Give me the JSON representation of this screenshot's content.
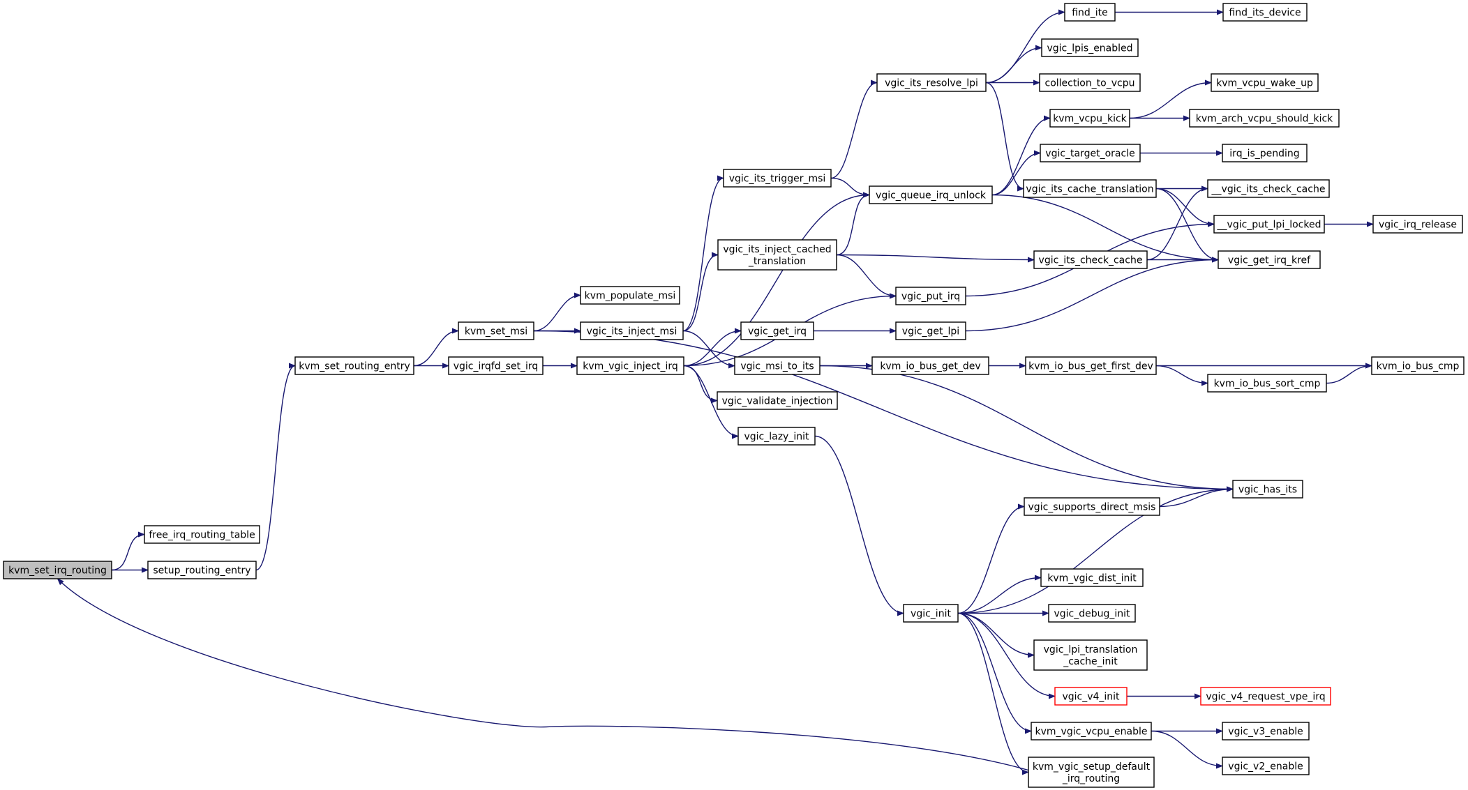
{
  "graph": {
    "edge_color": "#191970",
    "root_fill": "#bfbfbf",
    "external_border": "#ff0000",
    "nodes": [
      {
        "id": "kvm_set_irq_routing",
        "lines": [
          "kvm_set_irq_routing"
        ],
        "style": "root"
      },
      {
        "id": "free_irq_routing_table",
        "lines": [
          "free_irq_routing_table"
        ]
      },
      {
        "id": "setup_routing_entry",
        "lines": [
          "setup_routing_entry"
        ]
      },
      {
        "id": "kvm_set_routing_entry",
        "lines": [
          "kvm_set_routing_entry"
        ]
      },
      {
        "id": "kvm_set_msi",
        "lines": [
          "kvm_set_msi"
        ]
      },
      {
        "id": "vgic_irqfd_set_irq",
        "lines": [
          "vgic_irqfd_set_irq"
        ]
      },
      {
        "id": "kvm_populate_msi",
        "lines": [
          "kvm_populate_msi"
        ]
      },
      {
        "id": "vgic_its_inject_msi",
        "lines": [
          "vgic_its_inject_msi"
        ]
      },
      {
        "id": "kvm_vgic_inject_irq",
        "lines": [
          "kvm_vgic_inject_irq"
        ]
      },
      {
        "id": "vgic_its_trigger_msi",
        "lines": [
          "vgic_its_trigger_msi"
        ]
      },
      {
        "id": "vgic_its_inject_cached_translation",
        "lines": [
          "vgic_its_inject_cached",
          "_translation"
        ]
      },
      {
        "id": "vgic_get_irq",
        "lines": [
          "vgic_get_irq"
        ]
      },
      {
        "id": "vgic_msi_to_its",
        "lines": [
          "vgic_msi_to_its"
        ]
      },
      {
        "id": "vgic_validate_injection",
        "lines": [
          "vgic_validate_injection"
        ]
      },
      {
        "id": "vgic_lazy_init",
        "lines": [
          "vgic_lazy_init"
        ]
      },
      {
        "id": "vgic_its_resolve_lpi",
        "lines": [
          "vgic_its_resolve_lpi"
        ]
      },
      {
        "id": "vgic_queue_irq_unlock",
        "lines": [
          "vgic_queue_irq_unlock"
        ]
      },
      {
        "id": "vgic_put_irq",
        "lines": [
          "vgic_put_irq"
        ]
      },
      {
        "id": "vgic_get_lpi",
        "lines": [
          "vgic_get_lpi"
        ]
      },
      {
        "id": "kvm_io_bus_get_dev",
        "lines": [
          "kvm_io_bus_get_dev"
        ]
      },
      {
        "id": "vgic_init",
        "lines": [
          "vgic_init"
        ]
      },
      {
        "id": "find_ite",
        "lines": [
          "find_ite"
        ]
      },
      {
        "id": "vgic_lpis_enabled",
        "lines": [
          "vgic_lpis_enabled"
        ]
      },
      {
        "id": "collection_to_vcpu",
        "lines": [
          "collection_to_vcpu"
        ]
      },
      {
        "id": "kvm_vcpu_kick",
        "lines": [
          "kvm_vcpu_kick"
        ]
      },
      {
        "id": "vgic_target_oracle",
        "lines": [
          "vgic_target_oracle"
        ]
      },
      {
        "id": "vgic_its_cache_translation",
        "lines": [
          "vgic_its_cache_translation"
        ]
      },
      {
        "id": "vgic_its_check_cache",
        "lines": [
          "vgic_its_check_cache"
        ]
      },
      {
        "id": "kvm_io_bus_get_first_dev",
        "lines": [
          "kvm_io_bus_get_first_dev"
        ]
      },
      {
        "id": "vgic_supports_direct_msis",
        "lines": [
          "vgic_supports_direct_msis"
        ]
      },
      {
        "id": "kvm_vgic_dist_init",
        "lines": [
          "kvm_vgic_dist_init"
        ]
      },
      {
        "id": "vgic_debug_init",
        "lines": [
          "vgic_debug_init"
        ]
      },
      {
        "id": "vgic_lpi_translation_cache_init",
        "lines": [
          "vgic_lpi_translation",
          "_cache_init"
        ]
      },
      {
        "id": "vgic_v4_init",
        "lines": [
          "vgic_v4_init"
        ],
        "style": "ext"
      },
      {
        "id": "kvm_vgic_vcpu_enable",
        "lines": [
          "kvm_vgic_vcpu_enable"
        ]
      },
      {
        "id": "kvm_vgic_setup_default_irq_routing",
        "lines": [
          "kvm_vgic_setup_default",
          "_irq_routing"
        ]
      },
      {
        "id": "find_its_device",
        "lines": [
          "find_its_device"
        ]
      },
      {
        "id": "kvm_vcpu_wake_up",
        "lines": [
          "kvm_vcpu_wake_up"
        ]
      },
      {
        "id": "kvm_arch_vcpu_should_kick",
        "lines": [
          "kvm_arch_vcpu_should_kick"
        ]
      },
      {
        "id": "irq_is_pending",
        "lines": [
          "irq_is_pending"
        ]
      },
      {
        "id": "__vgic_its_check_cache",
        "lines": [
          "__vgic_its_check_cache"
        ]
      },
      {
        "id": "__vgic_put_lpi_locked",
        "lines": [
          "__vgic_put_lpi_locked"
        ]
      },
      {
        "id": "vgic_get_irq_kref",
        "lines": [
          "vgic_get_irq_kref"
        ]
      },
      {
        "id": "kvm_io_bus_sort_cmp",
        "lines": [
          "kvm_io_bus_sort_cmp"
        ]
      },
      {
        "id": "vgic_has_its",
        "lines": [
          "vgic_has_its"
        ]
      },
      {
        "id": "vgic_v4_request_vpe_irq",
        "lines": [
          "vgic_v4_request_vpe_irq"
        ],
        "style": "ext"
      },
      {
        "id": "vgic_v3_enable",
        "lines": [
          "vgic_v3_enable"
        ]
      },
      {
        "id": "vgic_v2_enable",
        "lines": [
          "vgic_v2_enable"
        ]
      },
      {
        "id": "vgic_irq_release",
        "lines": [
          "vgic_irq_release"
        ]
      },
      {
        "id": "kvm_io_bus_cmp",
        "lines": [
          "kvm_io_bus_cmp"
        ]
      }
    ],
    "edges": [
      [
        "kvm_set_irq_routing",
        "free_irq_routing_table"
      ],
      [
        "kvm_set_irq_routing",
        "setup_routing_entry"
      ],
      [
        "setup_routing_entry",
        "kvm_set_routing_entry"
      ],
      [
        "kvm_set_routing_entry",
        "kvm_set_msi"
      ],
      [
        "kvm_set_routing_entry",
        "vgic_irqfd_set_irq"
      ],
      [
        "kvm_set_msi",
        "kvm_populate_msi"
      ],
      [
        "kvm_set_msi",
        "vgic_its_inject_msi"
      ],
      [
        "kvm_set_msi",
        "vgic_has_its"
      ],
      [
        "vgic_irqfd_set_irq",
        "kvm_vgic_inject_irq"
      ],
      [
        "vgic_its_inject_msi",
        "vgic_its_trigger_msi"
      ],
      [
        "vgic_its_inject_msi",
        "vgic_its_inject_cached_translation"
      ],
      [
        "vgic_its_inject_msi",
        "vgic_msi_to_its"
      ],
      [
        "kvm_vgic_inject_irq",
        "vgic_queue_irq_unlock"
      ],
      [
        "kvm_vgic_inject_irq",
        "vgic_put_irq"
      ],
      [
        "kvm_vgic_inject_irq",
        "vgic_get_irq"
      ],
      [
        "kvm_vgic_inject_irq",
        "vgic_validate_injection"
      ],
      [
        "kvm_vgic_inject_irq",
        "vgic_lazy_init"
      ],
      [
        "vgic_its_trigger_msi",
        "vgic_its_resolve_lpi"
      ],
      [
        "vgic_its_trigger_msi",
        "vgic_queue_irq_unlock"
      ],
      [
        "vgic_its_inject_cached_translation",
        "vgic_queue_irq_unlock"
      ],
      [
        "vgic_its_inject_cached_translation",
        "vgic_its_check_cache"
      ],
      [
        "vgic_its_inject_cached_translation",
        "vgic_put_irq"
      ],
      [
        "vgic_get_irq",
        "vgic_get_lpi"
      ],
      [
        "vgic_msi_to_its",
        "kvm_io_bus_get_dev"
      ],
      [
        "vgic_msi_to_its",
        "vgic_has_its"
      ],
      [
        "vgic_lazy_init",
        "vgic_init"
      ],
      [
        "vgic_its_resolve_lpi",
        "find_ite"
      ],
      [
        "vgic_its_resolve_lpi",
        "vgic_lpis_enabled"
      ],
      [
        "vgic_its_resolve_lpi",
        "collection_to_vcpu"
      ],
      [
        "vgic_its_resolve_lpi",
        "vgic_its_cache_translation"
      ],
      [
        "vgic_queue_irq_unlock",
        "kvm_vcpu_kick"
      ],
      [
        "vgic_queue_irq_unlock",
        "vgic_target_oracle"
      ],
      [
        "vgic_queue_irq_unlock",
        "vgic_get_irq_kref"
      ],
      [
        "vgic_put_irq",
        "__vgic_put_lpi_locked"
      ],
      [
        "vgic_get_lpi",
        "vgic_get_irq_kref"
      ],
      [
        "kvm_io_bus_get_dev",
        "kvm_io_bus_get_first_dev"
      ],
      [
        "vgic_init",
        "vgic_supports_direct_msis"
      ],
      [
        "vgic_init",
        "vgic_has_its"
      ],
      [
        "vgic_init",
        "kvm_vgic_dist_init"
      ],
      [
        "vgic_init",
        "vgic_debug_init"
      ],
      [
        "vgic_init",
        "vgic_lpi_translation_cache_init"
      ],
      [
        "vgic_init",
        "vgic_v4_init"
      ],
      [
        "vgic_init",
        "kvm_vgic_vcpu_enable"
      ],
      [
        "vgic_init",
        "kvm_vgic_setup_default_irq_routing"
      ],
      [
        "kvm_vgic_setup_default_irq_routing",
        "kvm_set_irq_routing"
      ],
      [
        "find_ite",
        "find_its_device"
      ],
      [
        "kvm_vcpu_kick",
        "kvm_vcpu_wake_up"
      ],
      [
        "kvm_vcpu_kick",
        "kvm_arch_vcpu_should_kick"
      ],
      [
        "vgic_target_oracle",
        "irq_is_pending"
      ],
      [
        "vgic_its_cache_translation",
        "__vgic_its_check_cache"
      ],
      [
        "vgic_its_cache_translation",
        "__vgic_put_lpi_locked"
      ],
      [
        "vgic_its_cache_translation",
        "vgic_get_irq_kref"
      ],
      [
        "vgic_its_check_cache",
        "__vgic_its_check_cache"
      ],
      [
        "vgic_its_check_cache",
        "vgic_get_irq_kref"
      ],
      [
        "kvm_io_bus_get_first_dev",
        "kvm_io_bus_sort_cmp"
      ],
      [
        "kvm_io_bus_get_first_dev",
        "kvm_io_bus_cmp"
      ],
      [
        "kvm_io_bus_sort_cmp",
        "kvm_io_bus_cmp"
      ],
      [
        "vgic_supports_direct_msis",
        "vgic_has_its"
      ],
      [
        "vgic_v4_init",
        "vgic_v4_request_vpe_irq"
      ],
      [
        "kvm_vgic_vcpu_enable",
        "vgic_v3_enable"
      ],
      [
        "kvm_vgic_vcpu_enable",
        "vgic_v2_enable"
      ],
      [
        "__vgic_put_lpi_locked",
        "vgic_irq_release"
      ]
    ]
  }
}
